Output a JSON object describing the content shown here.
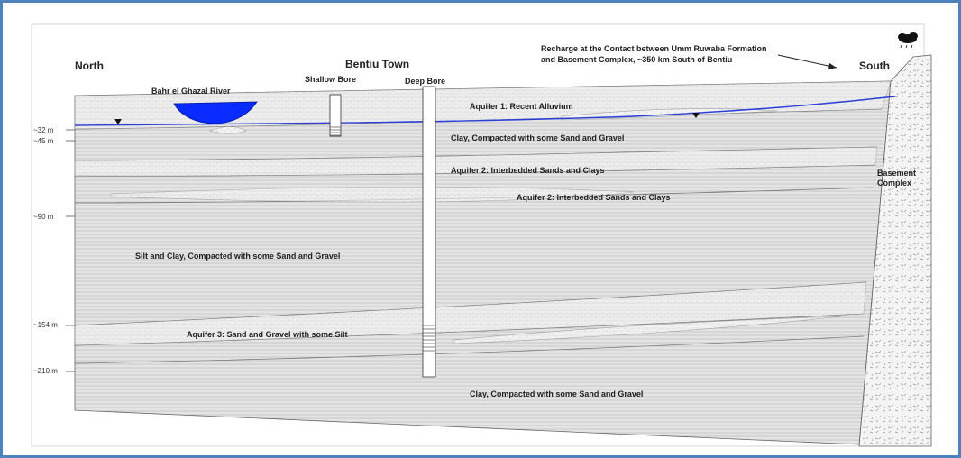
{
  "diagram": {
    "directions": {
      "north": "North",
      "south": "South"
    },
    "town": "Bentiu Town",
    "river": "Bahr el Ghazal River",
    "bores": {
      "shallow": "Shallow Bore",
      "deep": "Deep Bore"
    },
    "recharge_note": {
      "line1": "Recharge at the Contact between Umm Ruwaba Formation",
      "line2": "and Basement Complex, ~350 km South of Bentiu"
    },
    "depth_markers": [
      "~32 m",
      "~45 m",
      "~90 m",
      "~154 m",
      "~210 m"
    ],
    "layers": {
      "aquifer1": "Aquifer 1: Recent Alluvium",
      "clay_upper": "Clay, Compacted with some Sand and Gravel",
      "aquifer2a": "Aquifer 2: Interbedded Sands and Clays",
      "aquifer2b": "Aquifer 2: Interbedded Sands and Clays",
      "silt_clay": "Silt and Clay, Compacted with some Sand and Gravel",
      "aquifer3": "Aquifer 3: Sand and Gravel with some Silt",
      "clay_lower": "Clay, Compacted with some Sand and Gravel"
    },
    "basement": {
      "line1": "Basement",
      "line2": "Complex"
    },
    "colors": {
      "water": "#0a2bff",
      "water_table": "#2b3fd6",
      "hatch": "#8a8a8a",
      "frame": "#4f81bd"
    }
  }
}
